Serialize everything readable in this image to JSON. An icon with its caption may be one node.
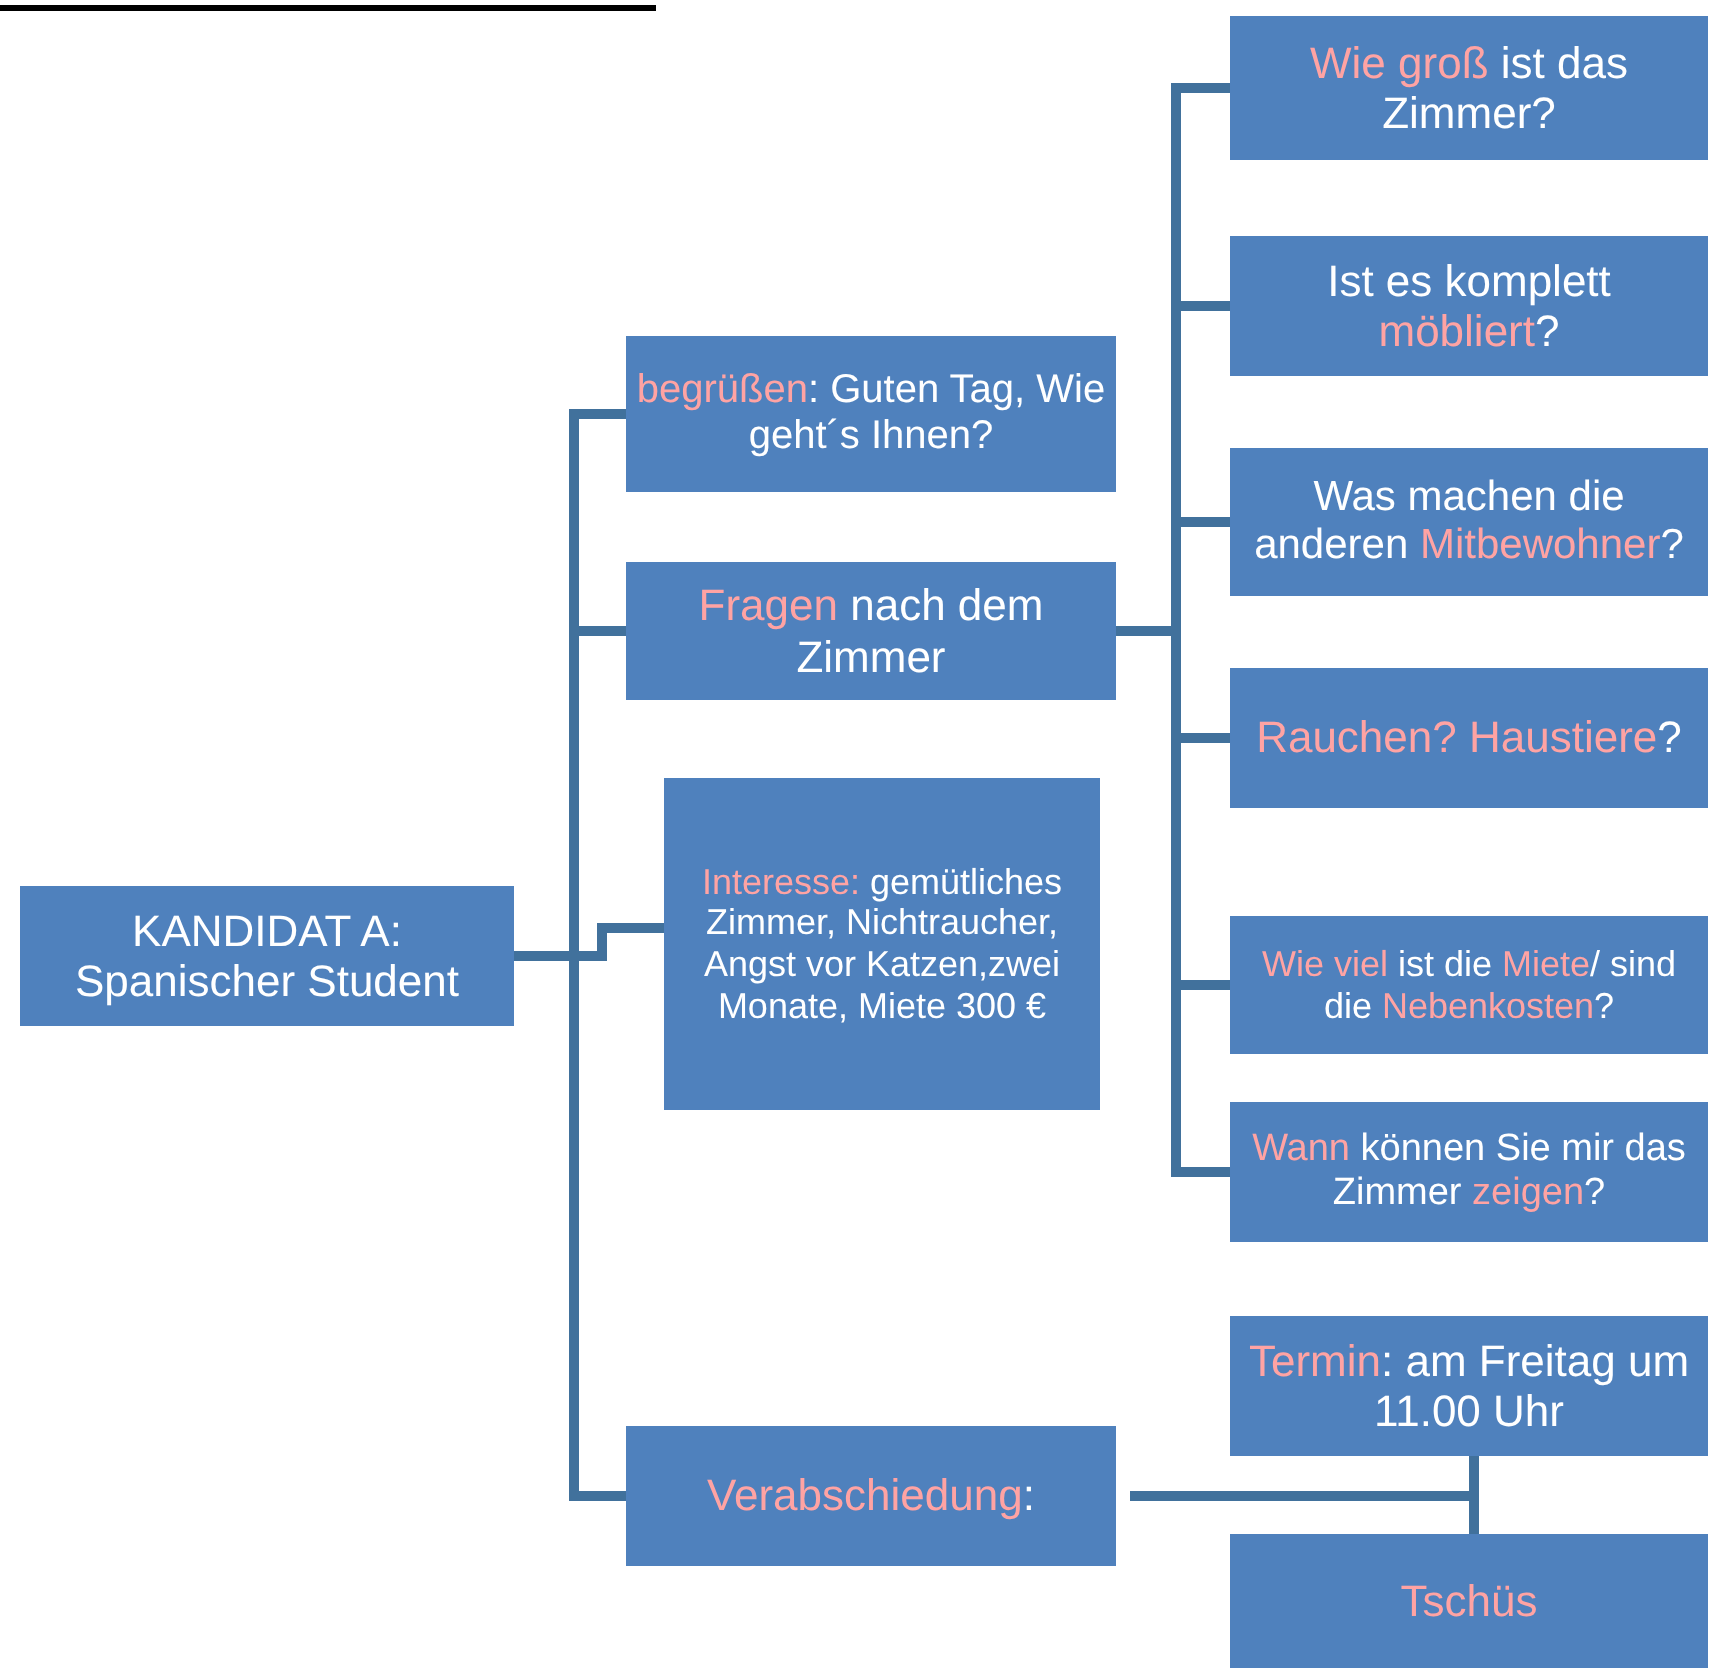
{
  "diagram": {
    "nodes": [
      {
        "text": [
          "KANDIDAT A: Spanischer Student"
        ]
      },
      {
        "text": [
          "**begrüßen**: Guten Tag, Wie geht´s Ihnen?"
        ]
      },
      {
        "text": [
          "**Fragen** nach dem Zimmer"
        ]
      },
      {
        "text": [
          "**Interesse:** gemütliches Zimmer, Nichtraucher, Angst vor  Katzen,zwei Monate, Miete 300 €"
        ]
      },
      {
        "text": [
          "**Verabschiedung**:"
        ]
      },
      {
        "text": [
          "**Wie groß** ist das Zimmer?"
        ]
      },
      {
        "text": [
          "Ist es komplett **möbliert**?"
        ]
      },
      {
        "text": [
          "Was machen die anderen **Mitbewohner**?"
        ]
      },
      {
        "text": [
          "**Rauchen? Haustiere**?"
        ]
      },
      {
        "text": [
          "**Wie viel** ist die **Miete**/ sind die **Nebenkosten**?"
        ]
      },
      {
        "text": [
          "**Wann** können Sie mir das Zimmer **zeigen**?"
        ]
      },
      {
        "text": [
          "**Termin**: am Freitag um 11.00 Uhr"
        ]
      },
      {
        "text": [
          "**Tschüs**"
        ]
      }
    ],
    "edges": [
      {
        "from": 0,
        "to": 1,
        "arrow": "none"
      },
      {
        "from": 0,
        "to": 2,
        "arrow": "none"
      },
      {
        "from": 0,
        "to": 3,
        "arrow": "none"
      },
      {
        "from": 0,
        "to": 4,
        "arrow": "none"
      },
      {
        "from": 2,
        "to": 5,
        "arrow": "none"
      },
      {
        "from": 2,
        "to": 6,
        "arrow": "none"
      },
      {
        "from": 2,
        "to": 7,
        "arrow": "none"
      },
      {
        "from": 2,
        "to": 8,
        "arrow": "none"
      },
      {
        "from": 2,
        "to": 9,
        "arrow": "none"
      },
      {
        "from": 2,
        "to": 10,
        "arrow": "none"
      },
      {
        "from": 4,
        "to": 11,
        "arrow": "none"
      },
      {
        "from": 4,
        "to": 12,
        "arrow": "none"
      }
    ]
  }
}
